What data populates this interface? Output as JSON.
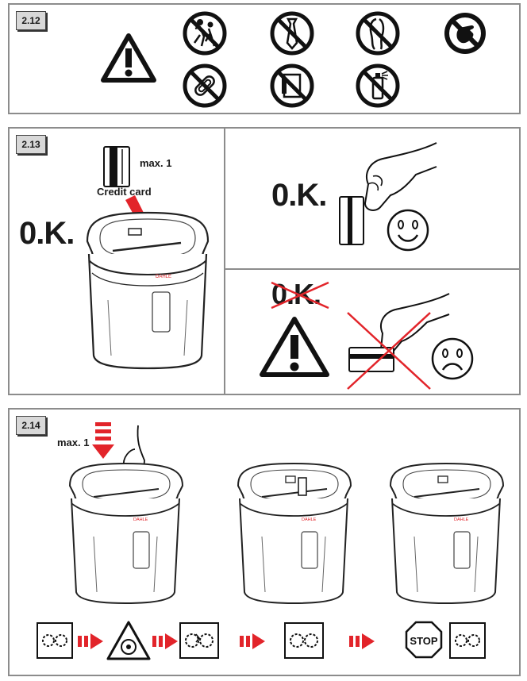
{
  "sections": {
    "s212": {
      "tag": "2.12"
    },
    "s213": {
      "tag": "2.13",
      "max_label": "max. 1",
      "card_label": "Credit card",
      "ok_main": "0.K.",
      "ok_right": "0.K.",
      "ok_crossed": "0.K."
    },
    "s214": {
      "tag": "2.14",
      "max_label": "max. 1",
      "stop_label": "STOP"
    }
  },
  "icons": [
    "warning-triangle-icon",
    "no-children-icon",
    "no-tie-icon",
    "no-long-hair-icon",
    "no-hand-icon",
    "no-paperclip-icon",
    "no-staples-binder-icon",
    "no-aerosol-icon"
  ],
  "colors": {
    "accent_red": "#e2242a",
    "border": "#8c8c8c",
    "tag_bg": "#d8d8d8"
  }
}
